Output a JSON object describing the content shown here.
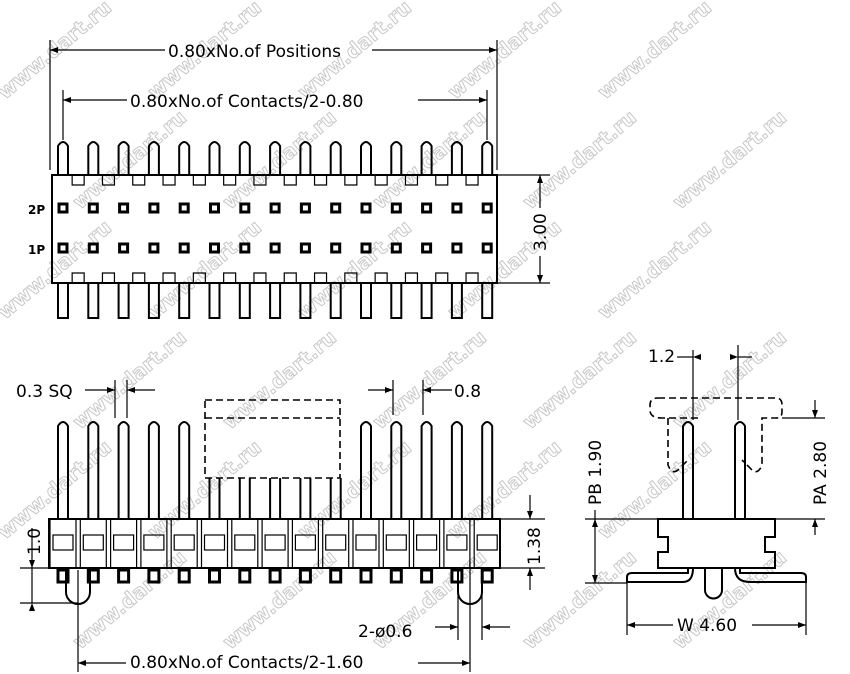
{
  "watermark": "www.dart.ru",
  "top_view": {
    "dim_positions": "0.80xNo.of Positions",
    "dim_contacts": "0.80xNo.of Contacts/2-0.80",
    "dim_height": "3.00",
    "row_2": "2P",
    "row_1": "1P"
  },
  "front_view": {
    "pin_size": "0.3 SQ",
    "pitch": "0.8",
    "body_offset": "1.0",
    "body_height": "1.38",
    "post_dia": "2-ø0.6",
    "dim_posts": "0.80xNo.of Contacts/2-1.60"
  },
  "side_view": {
    "row_pitch": "1.2",
    "pb": "PB 1.90",
    "pa": "PA 2.80",
    "width": "W 4.60"
  },
  "pin_count": 15
}
